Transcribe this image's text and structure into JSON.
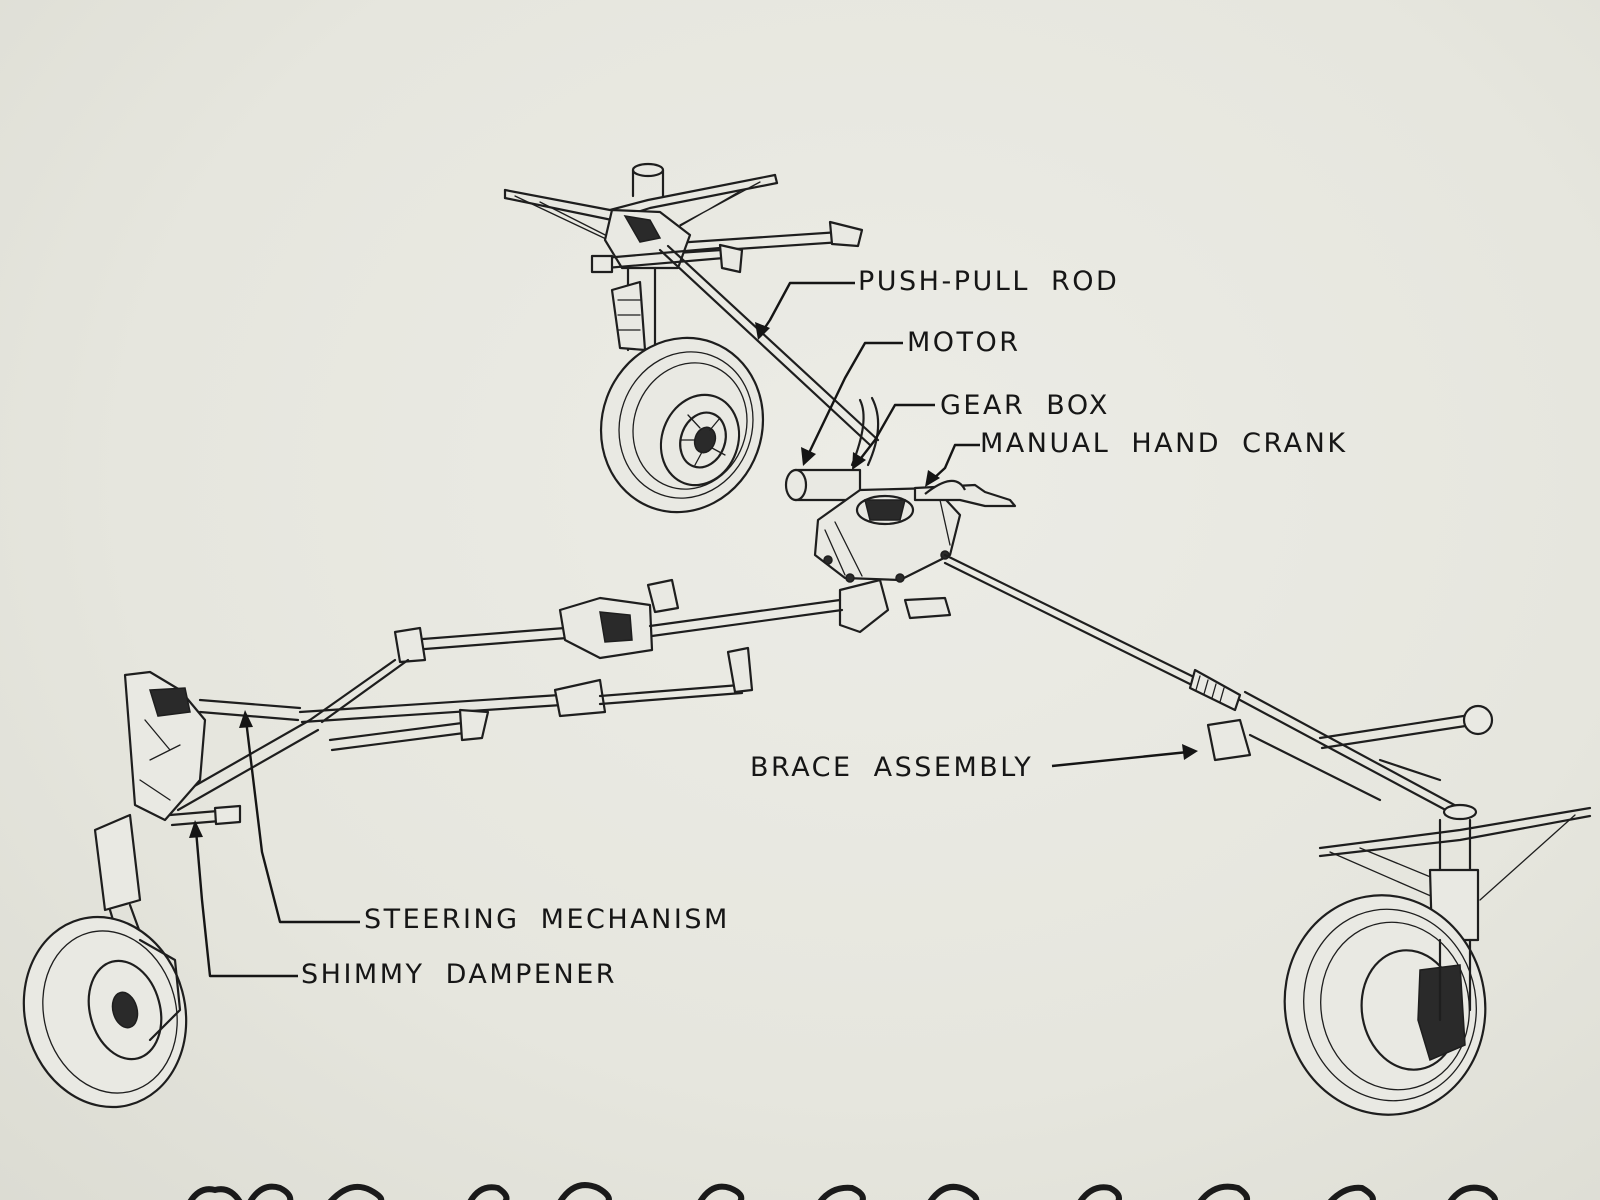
{
  "labels": {
    "push_pull_rod": "PUSH-PULL ROD",
    "motor": "MOTOR",
    "gear_box": "GEAR BOX",
    "manual_hand_crank": "MANUAL HAND CRANK",
    "brace_assembly": "BRACE ASSEMBLY",
    "steering_mechanism": "STEERING MECHANISM",
    "shimmy_dampener": "SHIMMY DAMPENER"
  }
}
